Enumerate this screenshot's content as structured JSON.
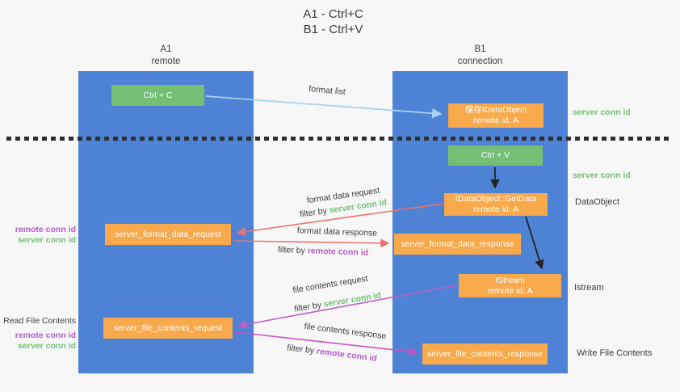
{
  "title": {
    "line1": "A1 - Ctrl+C",
    "line2": "B1 - Ctrl+V"
  },
  "lanes": {
    "left": {
      "title": "A1",
      "subtitle": "remote"
    },
    "right": {
      "title": "B1",
      "subtitle": "connection"
    }
  },
  "nodes": {
    "ctrl_c": {
      "label": "Ctrl + C"
    },
    "save_dataobject": {
      "line1": "保存IDataObject",
      "line2": "remote id: A"
    },
    "ctrl_v": {
      "label": "Ctrl + V"
    },
    "getdata": {
      "line1": "IDataObject::GetData",
      "line2": "remote id: A"
    },
    "format_request": {
      "label": "server_format_data_request"
    },
    "format_response": {
      "label": "server_format_data_response"
    },
    "istream": {
      "line1": "IStream",
      "line2": "remote id: A"
    },
    "file_request": {
      "label": "server_file_contents_request"
    },
    "file_response": {
      "label": "server_file_contents_response"
    }
  },
  "side_labels": {
    "server_conn_top": "server conn id",
    "server_conn_mid": "server conn id",
    "dataobject": "DataObject",
    "istream": "Istream",
    "write_file_contents": "Write File Contents",
    "read_file_contents": "Read File Contents",
    "group1": {
      "remote": "remote conn id",
      "server": "server conn id"
    },
    "group2": {
      "remote": "remote conn id",
      "server": "server conn id"
    }
  },
  "arrows": {
    "format_list": {
      "label": "format list"
    },
    "format_data_request": {
      "label": "format data request",
      "filter_prefix": "filter by",
      "filter_key": "server conn id"
    },
    "format_data_response": {
      "label": "format data response",
      "filter_prefix": "filter by",
      "filter_key": "remote conn id"
    },
    "file_contents_request": {
      "label": "file contents request",
      "filter_prefix": "filter by",
      "filter_key": "server conn id"
    },
    "file_contents_response": {
      "label": "file contents response",
      "filter_prefix": "filter by",
      "filter_key": "remote conn id"
    }
  },
  "colors": {
    "background": "#f7f7f8",
    "lane_blue": "#4d82d5",
    "node_green": "#74bf75",
    "node_orange": "#f8a94c",
    "arrow_light_blue": "#a8d2f0",
    "arrow_red": "#e87472",
    "arrow_purple": "#bb61c9",
    "arrow_magenta": "#ca52c1",
    "arrow_black": "#222222",
    "text_green": "#70bf74",
    "text_purple": "#b35cc6",
    "text_dark": "#3e3e3e"
  }
}
